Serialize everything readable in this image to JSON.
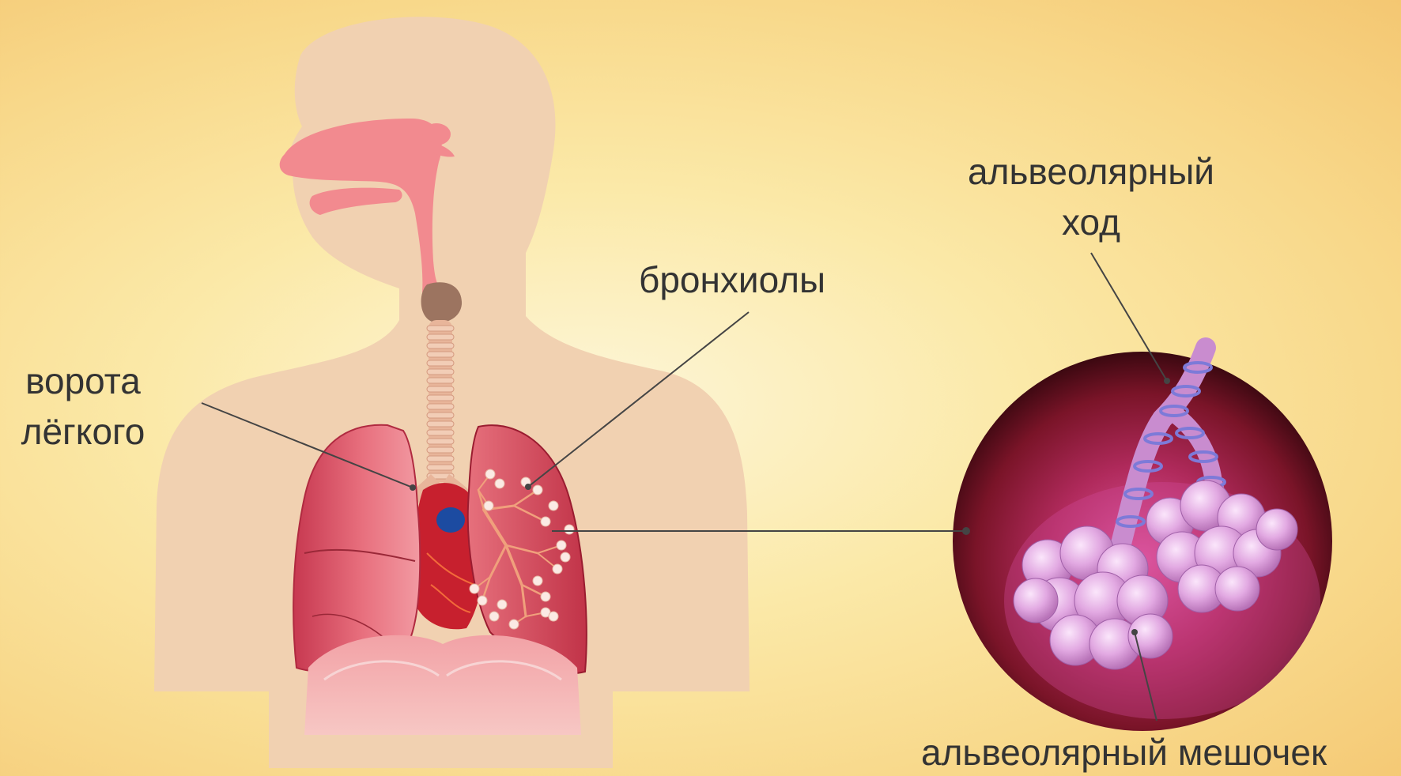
{
  "labels": {
    "hilum": {
      "line1": "ворота",
      "line2": "лёгкого"
    },
    "bronchioles": "бронхиолы",
    "alveolar_duct": {
      "line1": "альвеолярный",
      "line2": "ход"
    },
    "alveolar_sac": "альвеолярный мешочек"
  },
  "colors": {
    "background": "#f8d88a",
    "body": "#f1d1b1",
    "airway": "#f28a8f",
    "lung": "#d9475a",
    "lung_right_fill": "#e05a6a",
    "bronchiole_tree": "#f0a07c",
    "alveoli": "#e6b3e6",
    "zoom_circle": "#8c1d35",
    "leader_line": "#444444",
    "text": "#333333"
  }
}
